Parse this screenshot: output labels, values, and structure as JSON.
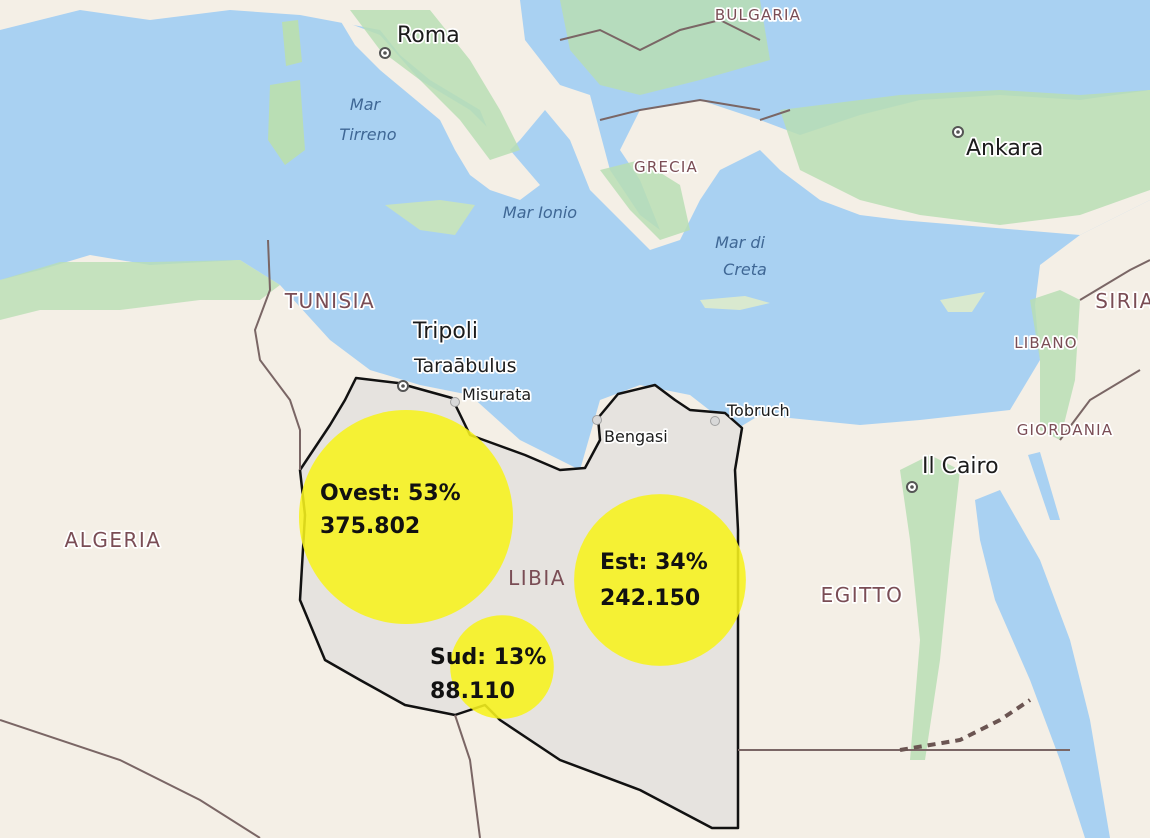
{
  "colors": {
    "sea": "#a9d1f2",
    "land": "#f4efe6",
    "desert": "#ece3d3",
    "green": "#b9deb4",
    "libya_fill": "#e6e3df",
    "bubble": "#f7f21d",
    "border": "#111111",
    "country_label": "#7a4d55",
    "sea_label": "#3f6795"
  },
  "seas": {
    "tirreno_line1": "Mar",
    "tirreno_line2": "Tirreno",
    "ionio": "Mar Ionio",
    "creta_line1": "Mar di",
    "creta_line2": "Creta"
  },
  "countries": {
    "bulgaria": "BULGARIA",
    "grecia": "GRECIA",
    "tunisia": "TUNISIA",
    "algeria": "ALGERIA",
    "libia": "LIBIA",
    "egitto": "EGITTO",
    "siria": "SIRIA",
    "libano": "LIBANO",
    "giordania": "GIORDANIA"
  },
  "cities": {
    "roma": "Roma",
    "ankara": "Ankara",
    "tripoli": "Tripoli",
    "tarabulus": "Taraābulus",
    "misurata": "Misurata",
    "bengasi": "Bengasi",
    "tobruch": "Tobruch",
    "cairo": "Il Cairo"
  },
  "regions": [
    {
      "name": "Ovest",
      "percent": 53,
      "label1": "Ovest: 53%",
      "label2": "375.802",
      "value": 375802
    },
    {
      "name": "Est",
      "percent": 34,
      "label1": "Est: 34%",
      "label2": "242.150",
      "value": 242150
    },
    {
      "name": "Sud",
      "percent": 13,
      "label1": "Sud: 13%",
      "label2": "88.110",
      "value": 88110
    }
  ]
}
